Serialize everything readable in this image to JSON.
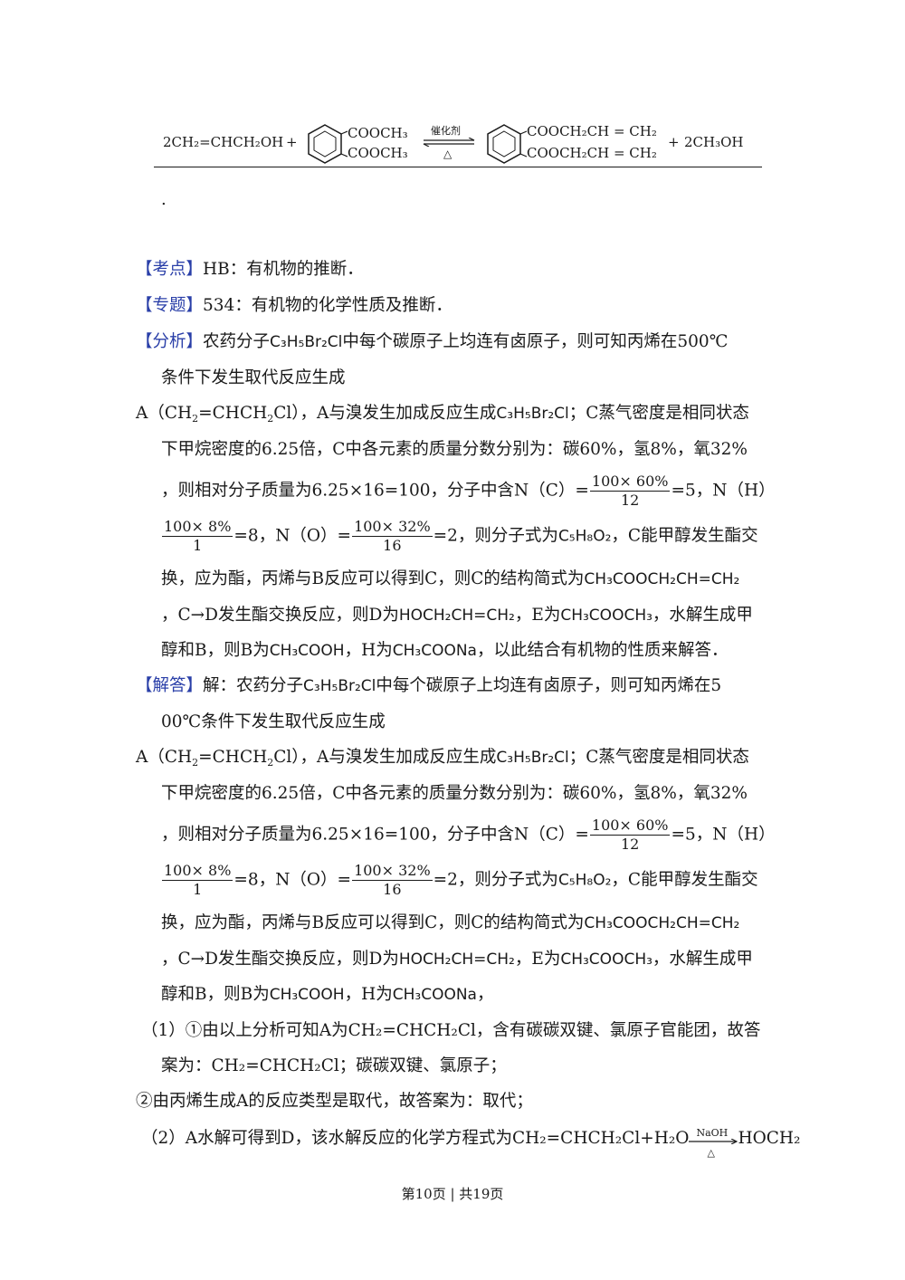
{
  "reaction": {
    "reactant1": "2CH₂=CHCH₂OH",
    "plus1": "+",
    "sub_a": "COOCH₃",
    "sub_b": "COOCH₃",
    "catalyst": "催化剂",
    "heat": "△",
    "prod_a": "COOCH₂CH = CH₂",
    "prod_b": "COOCH₂CH = CH₂",
    "plus2": "+",
    "product2": "2CH₃OH"
  },
  "dot": ".",
  "tags": {
    "kaodian": "【考点】",
    "zhuanti": "【专题】",
    "fenxi": "【分析】",
    "jieda": "【解答】"
  },
  "kaodian": "HB：有机物的推断．",
  "zhuanti": "534：有机物的化学性质及推断．",
  "fenxi_text": {
    "p1a": "农药分子",
    "p1b": "中每个碳原子上均连有卤原子，则可知丙烯在500℃",
    "p2": "条件下发生取代反应生成"
  },
  "jieda_text": {
    "p1a": "解：农药分子",
    "p1b": "中每个碳原子上均连有卤原子，则可知丙烯在5",
    "p2": "00℃条件下发生取代反应生成"
  },
  "block": {
    "l1a": "A（CH",
    "l1b": "=CHCH",
    "l1c": "Cl），A与溴发生加成反应生成",
    "l1d": "；C蒸气密度是相同状态",
    "l2": "下甲烷密度的6.25倍，C中各元素的质量分数分别为：碳60%，氢8%，氧32%",
    "l3a": "，则相对分子质量为6.25×16=100，分子中含N（C）=",
    "frac1_num": "100× 60%",
    "frac1_den": "12",
    "l3b": "=5，N（H）",
    "frac2_num": "100× 8%",
    "frac2_den": "1",
    "l4a": "=8，N（O）=",
    "frac3_num": "100× 32%",
    "frac3_den": "16",
    "l4b": "=2，则分子式为",
    "l4c": "，C能甲醇发生酯交",
    "l5a": "换，应为酯，丙烯与B反应可以得到C，则C的结构简式为",
    "l6a": "，C→D发生酯交换反应，则D为",
    "l6b": "，E为",
    "l6c": "，水解生成甲",
    "l7a": "醇和B，则B为",
    "l7b": "，H为",
    "l7c_fenxi": "，以此结合有机物的性质来解答．",
    "l7c_jieda": "，"
  },
  "formulas": {
    "c3h5br2cl": "C₃H₅Br₂Cl",
    "c5h8o2": "C₅H₈O₂",
    "ester_c": "CH₃COOCH₂CH=CH₂",
    "alcohol_d": "HOCH₂CH=CH₂",
    "ester_e": "CH₃COOCH₃",
    "acid_b": "CH₃COOH",
    "salt_h": "CH₃COONa"
  },
  "answers": {
    "q1a": "（1）①由以上分析可知A为CH₂=CHCH₂Cl，含有碳碳双键、氯原子官能团，故答",
    "q1b": "案为：CH₂=CHCH₂Cl；碳碳双键、氯原子；",
    "q1c": "②由丙烯生成A的反应类型是取代，故答案为：取代；",
    "q2a": "（2）A水解可得到D，该水解反应的化学方程式为CH₂=CHCH₂Cl+H₂O",
    "q2_cond_top": "NaOH",
    "q2_cond_bot": "△",
    "q2b": "HOCH₂"
  },
  "footer": "第10页 | 共19页"
}
